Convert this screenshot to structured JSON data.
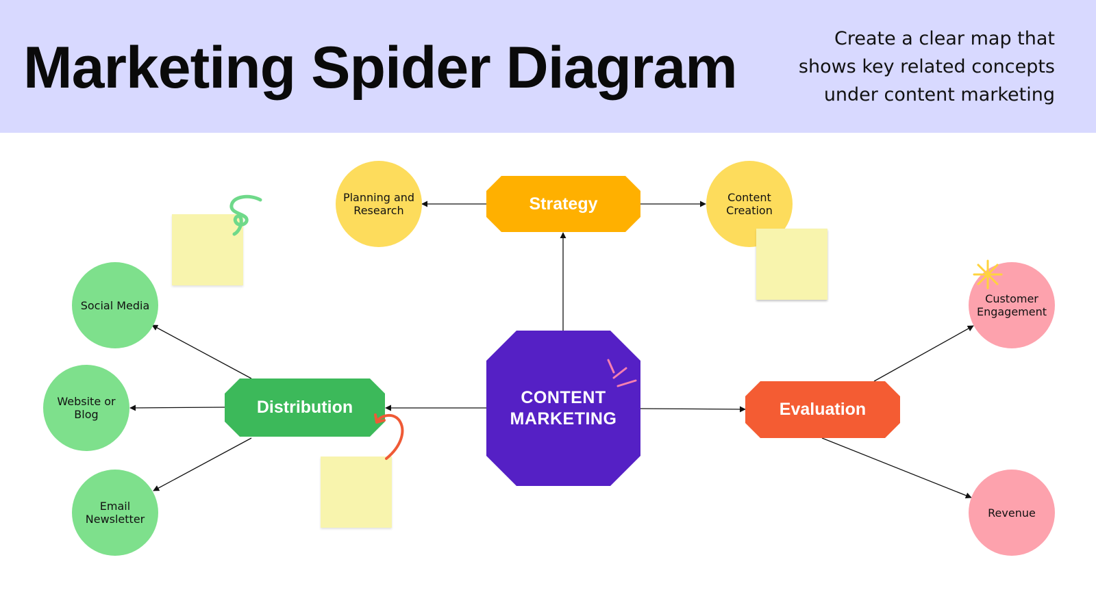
{
  "header": {
    "title": "Marketing Spider Diagram",
    "subtitle_lines": [
      "Create a clear map that",
      "shows key related concepts",
      "under content marketing"
    ]
  },
  "center": {
    "line1": "CONTENT",
    "line2": "MARKETING",
    "color": "#5520c5"
  },
  "branches": {
    "strategy": {
      "label": "Strategy",
      "color": "#ffb000"
    },
    "distribution": {
      "label": "Distribution",
      "color": "#3cb95a"
    },
    "evaluation": {
      "label": "Evaluation",
      "color": "#f45c33"
    }
  },
  "strategy_leaves": [
    {
      "line1": "Planning and",
      "line2": "Research"
    },
    {
      "line1": "Content",
      "line2": "Creation"
    }
  ],
  "distribution_leaves": [
    {
      "line1": "Social Media",
      "line2": ""
    },
    {
      "line1": "Website or",
      "line2": "Blog"
    },
    {
      "line1": "Email",
      "line2": "Newsletter"
    }
  ],
  "evaluation_leaves": [
    {
      "line1": "Customer",
      "line2": "Engagement"
    },
    {
      "line1": "Revenue",
      "line2": ""
    }
  ],
  "colors": {
    "header_bg": "#d8d9ff",
    "leaf_yellow": "#fddc5c",
    "leaf_green": "#7ee08c",
    "leaf_pink": "#fda2ad",
    "sticky_note": "#f8f4ad"
  }
}
